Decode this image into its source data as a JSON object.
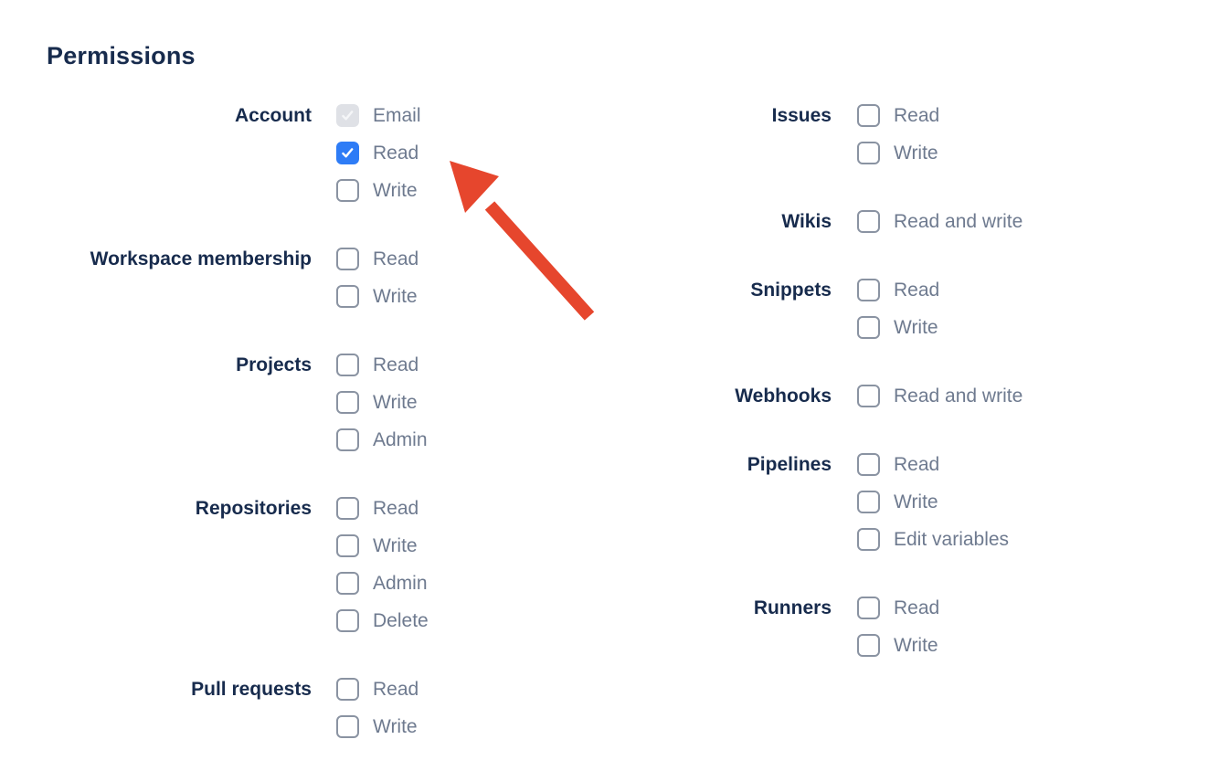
{
  "title": "Permissions",
  "colors": {
    "heading_navy": "#172B4D",
    "option_gray": "#6E7A8F",
    "checkbox_border": "#8A93A2",
    "checked_blue": "#2E7CF6",
    "disabled_bg": "#DFE1E6",
    "arrow_red": "#E6462D"
  },
  "columns": [
    {
      "groups": [
        {
          "label": "Account",
          "options": [
            {
              "label": "Email",
              "state": "disabled_checked"
            },
            {
              "label": "Read",
              "state": "checked"
            },
            {
              "label": "Write",
              "state": "unchecked"
            }
          ]
        },
        {
          "label": "Workspace membership",
          "options": [
            {
              "label": "Read",
              "state": "unchecked"
            },
            {
              "label": "Write",
              "state": "unchecked"
            }
          ]
        },
        {
          "label": "Projects",
          "options": [
            {
              "label": "Read",
              "state": "unchecked"
            },
            {
              "label": "Write",
              "state": "unchecked"
            },
            {
              "label": "Admin",
              "state": "unchecked"
            }
          ]
        },
        {
          "label": "Repositories",
          "options": [
            {
              "label": "Read",
              "state": "unchecked"
            },
            {
              "label": "Write",
              "state": "unchecked"
            },
            {
              "label": "Admin",
              "state": "unchecked"
            },
            {
              "label": "Delete",
              "state": "unchecked"
            }
          ]
        },
        {
          "label": "Pull requests",
          "options": [
            {
              "label": "Read",
              "state": "unchecked"
            },
            {
              "label": "Write",
              "state": "unchecked"
            }
          ]
        }
      ]
    },
    {
      "groups": [
        {
          "label": "Issues",
          "options": [
            {
              "label": "Read",
              "state": "unchecked"
            },
            {
              "label": "Write",
              "state": "unchecked"
            }
          ]
        },
        {
          "label": "Wikis",
          "options": [
            {
              "label": "Read and write",
              "state": "unchecked"
            }
          ]
        },
        {
          "label": "Snippets",
          "options": [
            {
              "label": "Read",
              "state": "unchecked"
            },
            {
              "label": "Write",
              "state": "unchecked"
            }
          ]
        },
        {
          "label": "Webhooks",
          "options": [
            {
              "label": "Read and write",
              "state": "unchecked"
            }
          ]
        },
        {
          "label": "Pipelines",
          "options": [
            {
              "label": "Read",
              "state": "unchecked"
            },
            {
              "label": "Write",
              "state": "unchecked"
            },
            {
              "label": "Edit variables",
              "state": "unchecked"
            }
          ]
        },
        {
          "label": "Runners",
          "options": [
            {
              "label": "Read",
              "state": "unchecked"
            },
            {
              "label": "Write",
              "state": "unchecked"
            }
          ]
        }
      ]
    }
  ],
  "annotation": {
    "type": "arrow",
    "points_to": "account-read-checkbox"
  }
}
